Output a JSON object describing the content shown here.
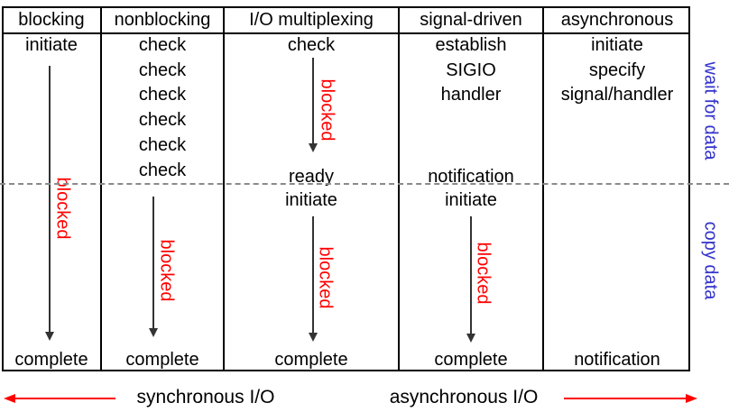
{
  "columns": [
    {
      "header": "blocking",
      "top_items": [
        "initiate"
      ],
      "blocked": "blocked",
      "bottom": "complete"
    },
    {
      "header": "nonblocking",
      "top_items": [
        "check",
        "check",
        "check",
        "check",
        "check",
        "check"
      ],
      "blocked": "blocked",
      "bottom": "complete"
    },
    {
      "header": "I/O multiplexing",
      "top_items": [
        "check"
      ],
      "ready": "ready",
      "initiate": "initiate",
      "blocked": "blocked",
      "bottom": "complete"
    },
    {
      "header": "signal-driven",
      "top_items": [
        "establish",
        "SIGIO",
        "handler"
      ],
      "notification": "notification",
      "initiate": "initiate",
      "blocked": "blocked",
      "bottom": "complete"
    },
    {
      "header": "asynchronous",
      "top_items": [
        "initiate",
        "specify",
        "signal/handler"
      ],
      "bottom": "notification"
    }
  ],
  "phase_labels": {
    "wait": "wait for data",
    "copy": "copy data"
  },
  "footer": {
    "synchronous": "synchronous I/O",
    "asynchronous": "asynchronous I/O"
  },
  "colors": {
    "blocked_text": "#ff0000",
    "footer_arrows": "#ff0000",
    "phase_text": "#3333cc",
    "divider_dash": "#8a8a8a",
    "table_border": "#000000"
  }
}
